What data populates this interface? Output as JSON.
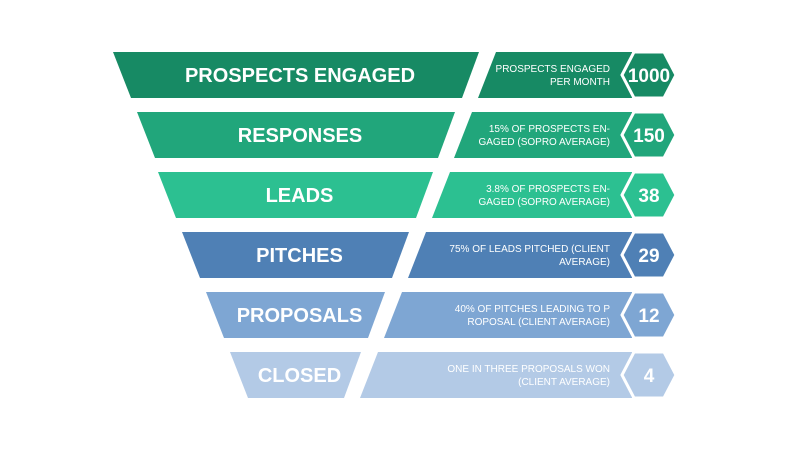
{
  "funnel": {
    "stages": [
      {
        "label": "PROSPECTS ENGAGED",
        "desc_line1": "PROSPECTS ENGAGED",
        "desc_line2": "PER MONTH",
        "value": "1000",
        "color": "#178a64",
        "text_color": "#ffffff"
      },
      {
        "label": "RESPONSES",
        "desc_line1": "15% OF PROSPECTS EN-",
        "desc_line2": "GAGED (SOPRO AVERAGE)",
        "value": "150",
        "color": "#21a67b",
        "text_color": "#ffffff"
      },
      {
        "label": "LEADS",
        "desc_line1": "3.8% OF PROSPECTS EN-",
        "desc_line2": "GAGED (SOPRO AVERAGE)",
        "value": "38",
        "color": "#2cc091",
        "text_color": "#ffffff"
      },
      {
        "label": "PITCHES",
        "desc_line1": "75% OF LEADS PITCHED (CLIENT",
        "desc_line2": "AVERAGE)",
        "value": "29",
        "color": "#4f80b5",
        "text_color": "#ffffff"
      },
      {
        "label": "PROPOSALS",
        "desc_line1": "40% OF PITCHES LEADING TO P",
        "desc_line2": "ROPOSAL (CLIENT AVERAGE)",
        "value": "12",
        "color": "#7ea6d3",
        "text_color": "#ffffff"
      },
      {
        "label": "CLOSED",
        "desc_line1": "ONE IN THREE PROPOSALS WON",
        "desc_line2": "(CLIENT AVERAGE)",
        "value": "4",
        "color": "#b3cae6",
        "text_color": "#ffffff"
      }
    ]
  }
}
